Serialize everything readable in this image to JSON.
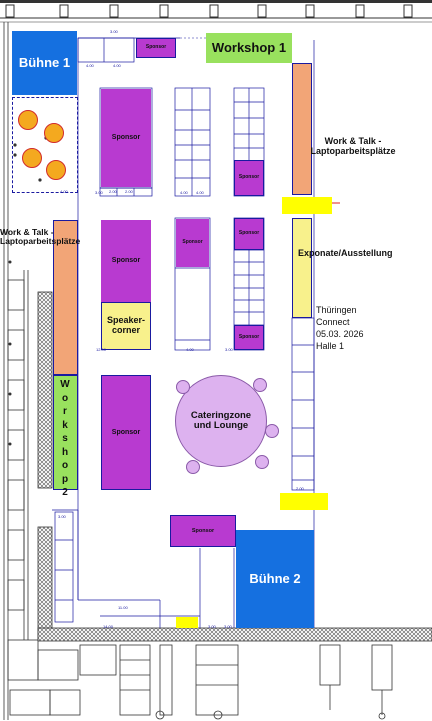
{
  "areas": {
    "stage1": "Bühne 1",
    "stage2": "Bühne 2",
    "workshop1": "Workshop 1",
    "workshop2_letters": [
      "W",
      "o",
      "r",
      "k",
      "s",
      "h",
      "o",
      "p",
      "2"
    ],
    "worktalk_top": "Work & Talk -",
    "worktalk_bottom": "Laptoparbeitsplätze",
    "worktalk_left_top": "Work & Talk -",
    "worktalk_left_bottom": "Laptoparbeitsplätze",
    "exhibits": "Exponate/Ausstellung",
    "speaker_top": "Speaker-",
    "speaker_bottom": "corner",
    "catering_top": "Cateringzone",
    "catering_bottom": "und  Lounge"
  },
  "sponsor_label": "Sponsor",
  "event_info": {
    "line1": "Thüringen",
    "line2": "Connect",
    "line3": "05.03. 2026",
    "line4": "Halle 1"
  },
  "dimensions": {
    "d300": "3.00",
    "d400": "4.00",
    "d200": "2.00",
    "d250": "2.50",
    "d1000": "10.00",
    "d1100": "11.00",
    "d1200": "12.00",
    "d1400": "14.00"
  },
  "colors": {
    "stage": "#1570e0",
    "workshop": "#99e15e",
    "sponsor": "#b83ad0",
    "worktalk": "#f2a577",
    "exhibits": "#f8f18c",
    "speaker": "#f8f18c",
    "catering": "#ddb2ef",
    "highlight": "#ffff00",
    "walls": "#333333"
  }
}
